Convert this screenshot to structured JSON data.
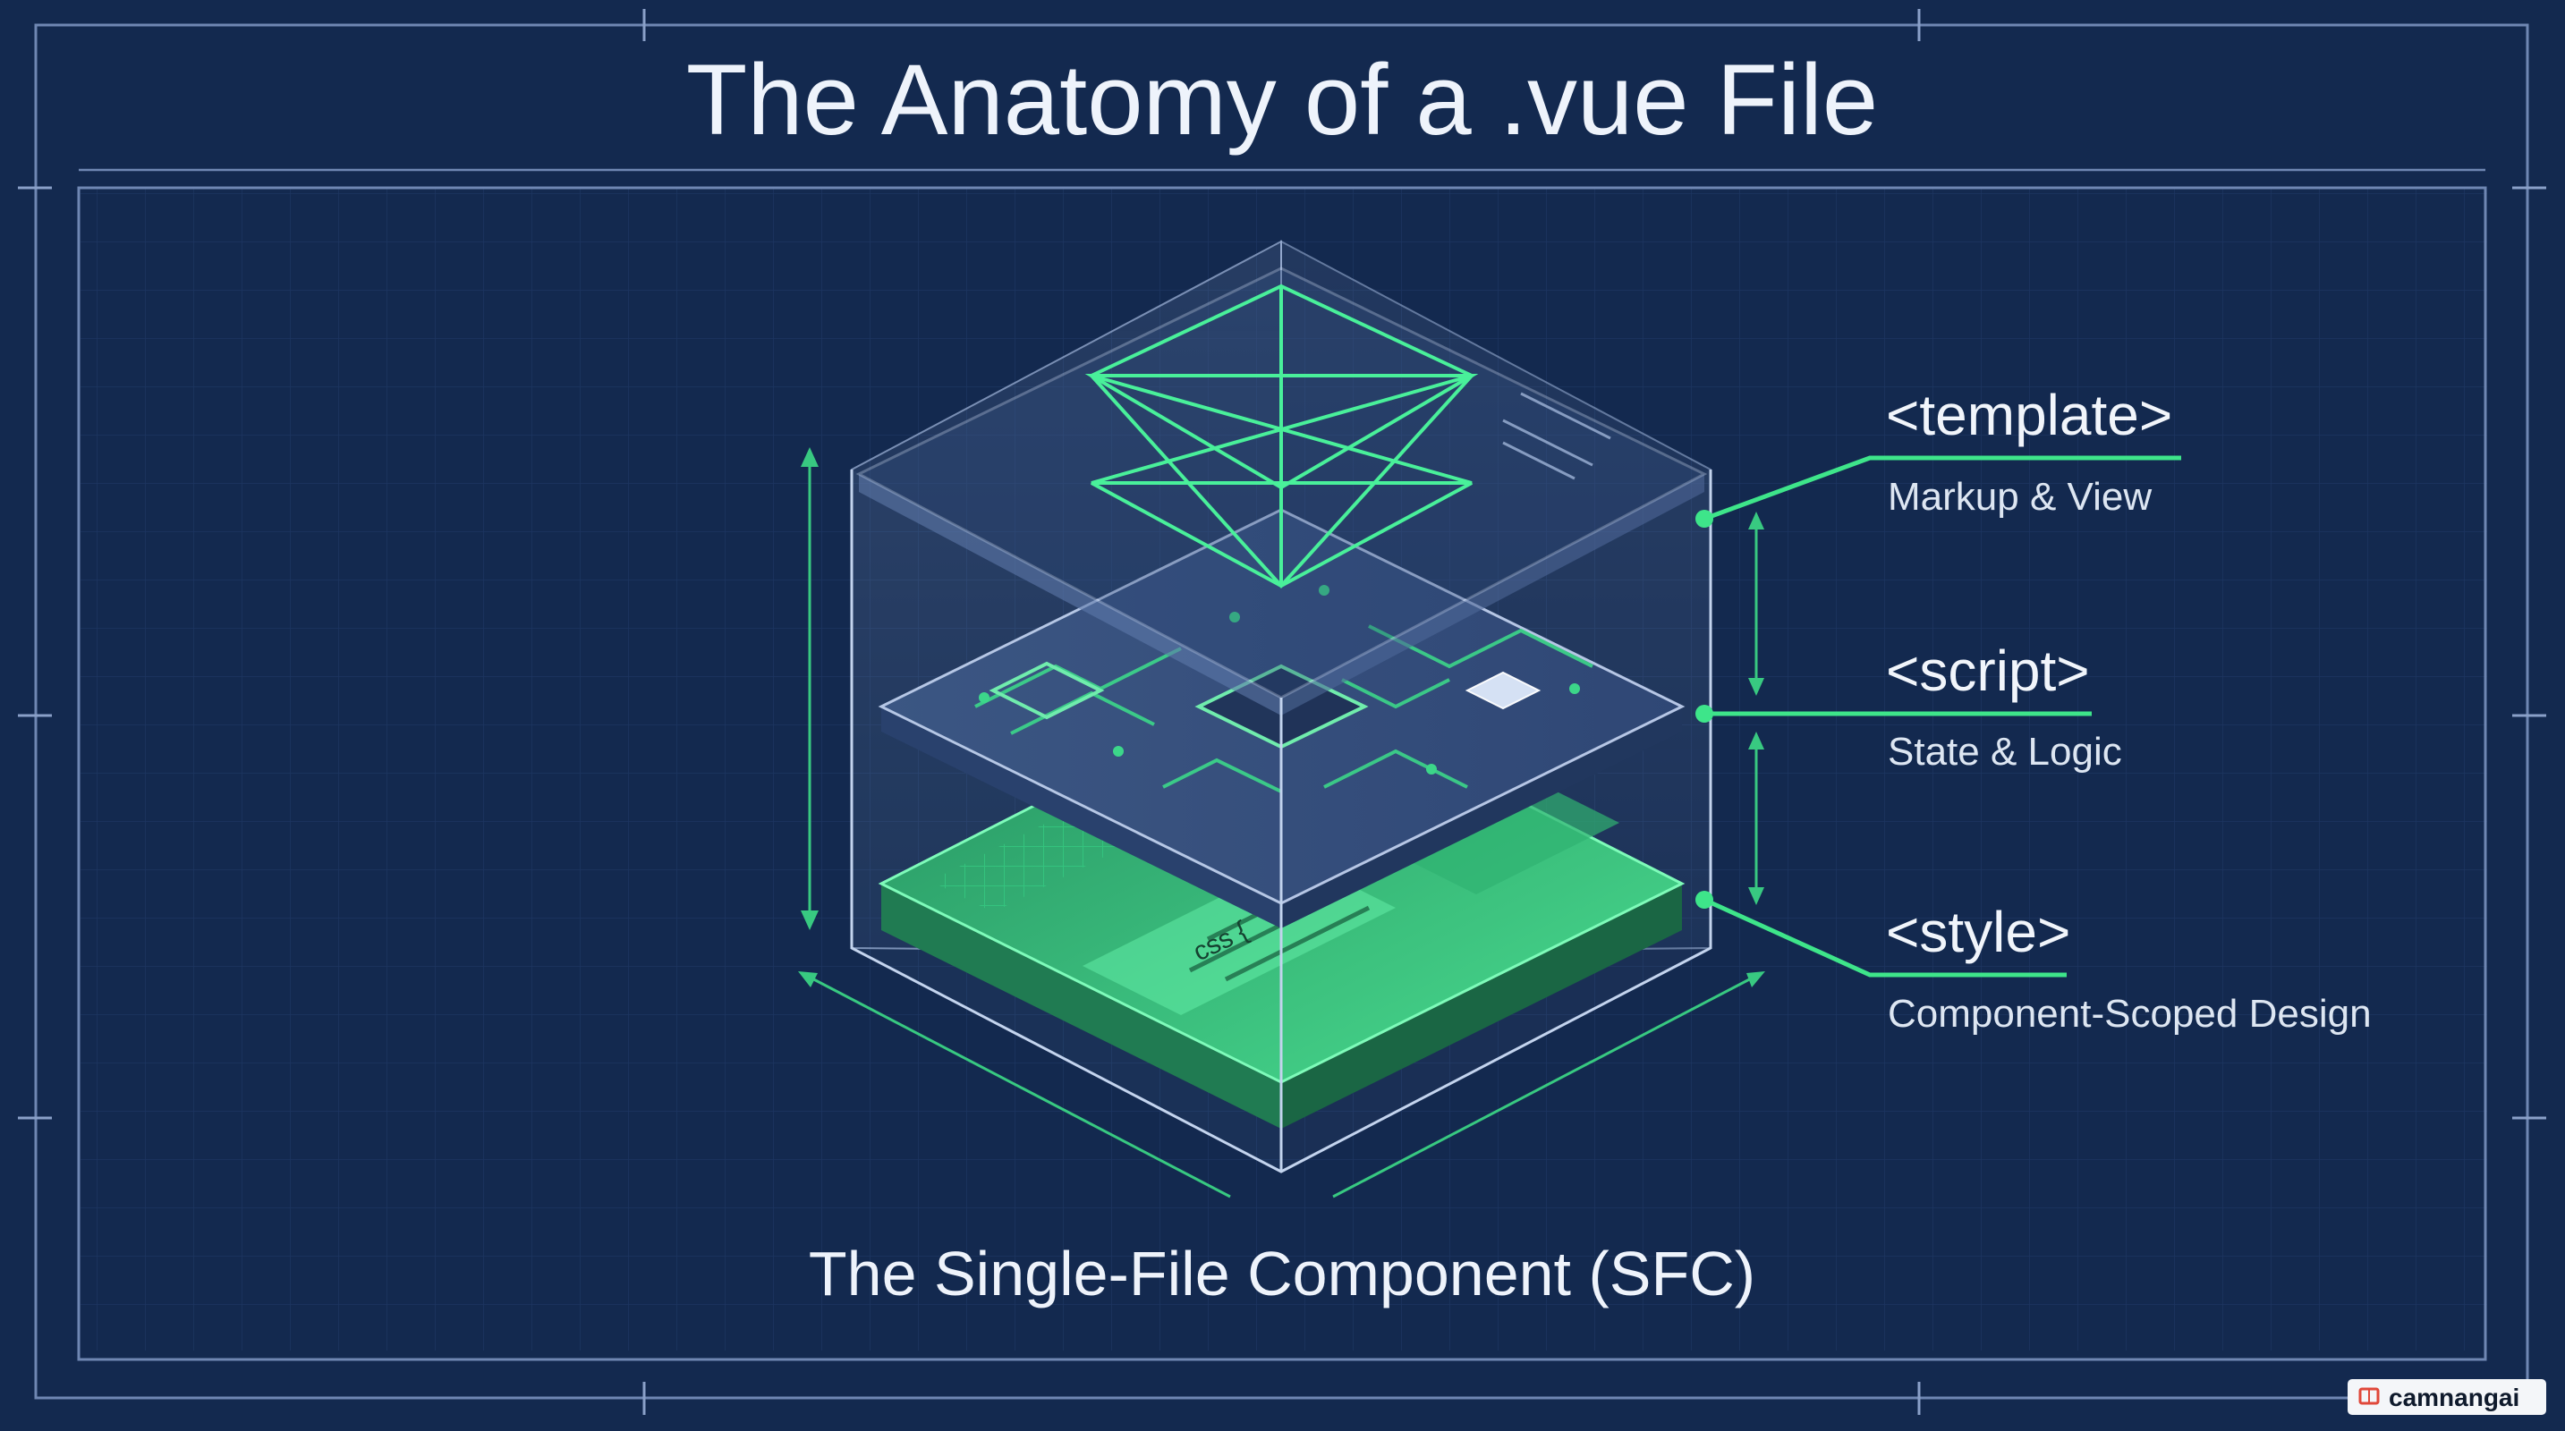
{
  "title": "The Anatomy of a .vue File",
  "subtitle": "The Single-File Component (SFC)",
  "layers": [
    {
      "tag": "<template>",
      "description": "Markup & View"
    },
    {
      "tag": "<script>",
      "description": "State & Logic"
    },
    {
      "tag": "<style>",
      "description": "Component-Scoped Design"
    }
  ],
  "style_panel_text": "css {",
  "credit": "camnangai",
  "colors": {
    "background": "#13294f",
    "accent": "#3ee58a",
    "grid": "#2b4777",
    "text": "#eef3fb"
  }
}
